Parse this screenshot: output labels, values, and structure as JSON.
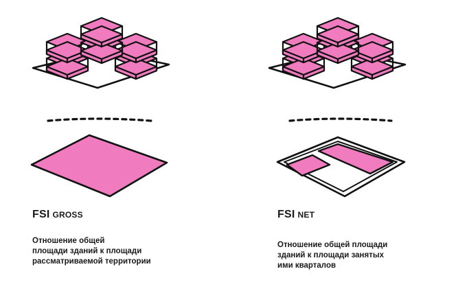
{
  "colors": {
    "fill": "#f07cbf",
    "stroke": "#111111",
    "background": "#ffffff"
  },
  "gross": {
    "title_main": "FSI",
    "title_sub": "GROSS",
    "desc_lines": [
      "Отношение общей",
      "площади зданий к площади",
      "рассматриваемой территории"
    ]
  },
  "net": {
    "title_main": "FSI",
    "title_sub": "NET",
    "desc_lines": [
      "Отношение общей площади",
      "зданий к площади занятых",
      "ими кварталов"
    ]
  }
}
